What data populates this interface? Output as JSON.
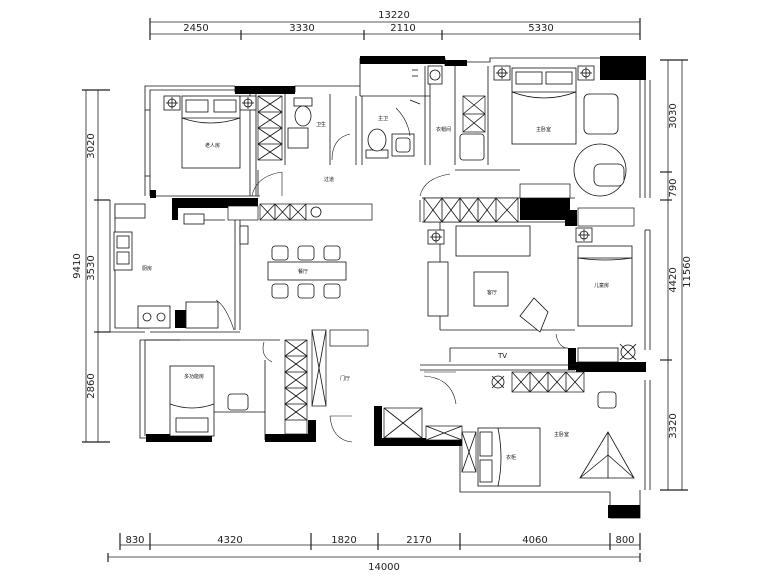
{
  "dimensions": {
    "top_total": "13220",
    "top_segments": [
      "2450",
      "3330",
      "2110",
      "5330"
    ],
    "bottom_total": "14000",
    "bottom_segments": [
      "830",
      "4320",
      "1820",
      "2170",
      "4060",
      "800"
    ],
    "left_total": "9410",
    "left_segments": [
      "3020",
      "3530",
      "2860"
    ],
    "right_total": "11560",
    "right_segments": [
      "3030",
      "790",
      "4420",
      "3320"
    ]
  },
  "rooms": {
    "bedroom_top_left": "老人房",
    "bathroom_1": "卫生",
    "bathroom_2": "主卫",
    "walk_in_closet": "衣帽间",
    "master_bedroom": "主卧室",
    "corridor": "过道",
    "kitchen": "厨房",
    "dining": "餐厅",
    "living": "客厅",
    "kids_room": "儿童房",
    "bedroom_bottom_left": "多功能房",
    "entrance": "门厅",
    "bedroom_bottom_right": "主卧室",
    "bed_label": "衣柜",
    "tv": "TV"
  }
}
